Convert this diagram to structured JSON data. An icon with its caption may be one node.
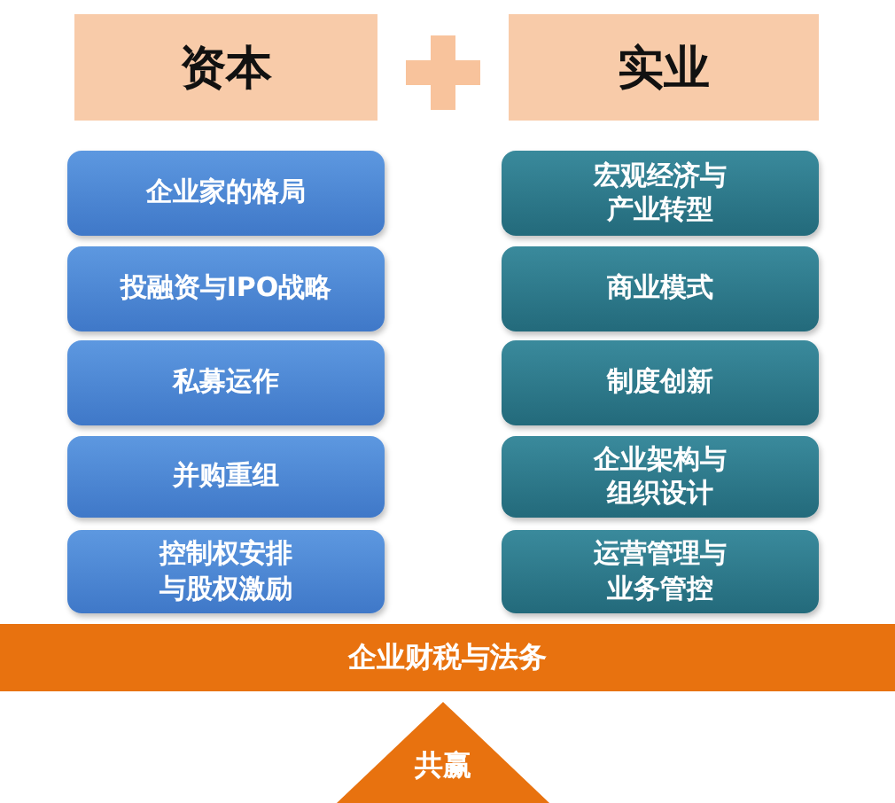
{
  "diagram": {
    "nodes": [
      {
        "text": [
          "资本"
        ]
      },
      {
        "text": [
          "实业"
        ]
      },
      {
        "text": [
          "企业家的格局"
        ]
      },
      {
        "text": [
          "投融资与IPO战略"
        ]
      },
      {
        "text": [
          "私募运作"
        ]
      },
      {
        "text": [
          "并购重组"
        ]
      },
      {
        "text": [
          "控制权安排与股权激励"
        ]
      },
      {
        "text": [
          "宏观经济与产业转型"
        ]
      },
      {
        "text": [
          "商业模式"
        ]
      },
      {
        "text": [
          "制度创新"
        ]
      },
      {
        "text": [
          "企业架构与组织设计"
        ]
      },
      {
        "text": [
          "运营管理与业务管控"
        ]
      },
      {
        "text": [
          "企业财税与法务"
        ]
      },
      {
        "text": [
          "共赢"
        ]
      }
    ]
  }
}
